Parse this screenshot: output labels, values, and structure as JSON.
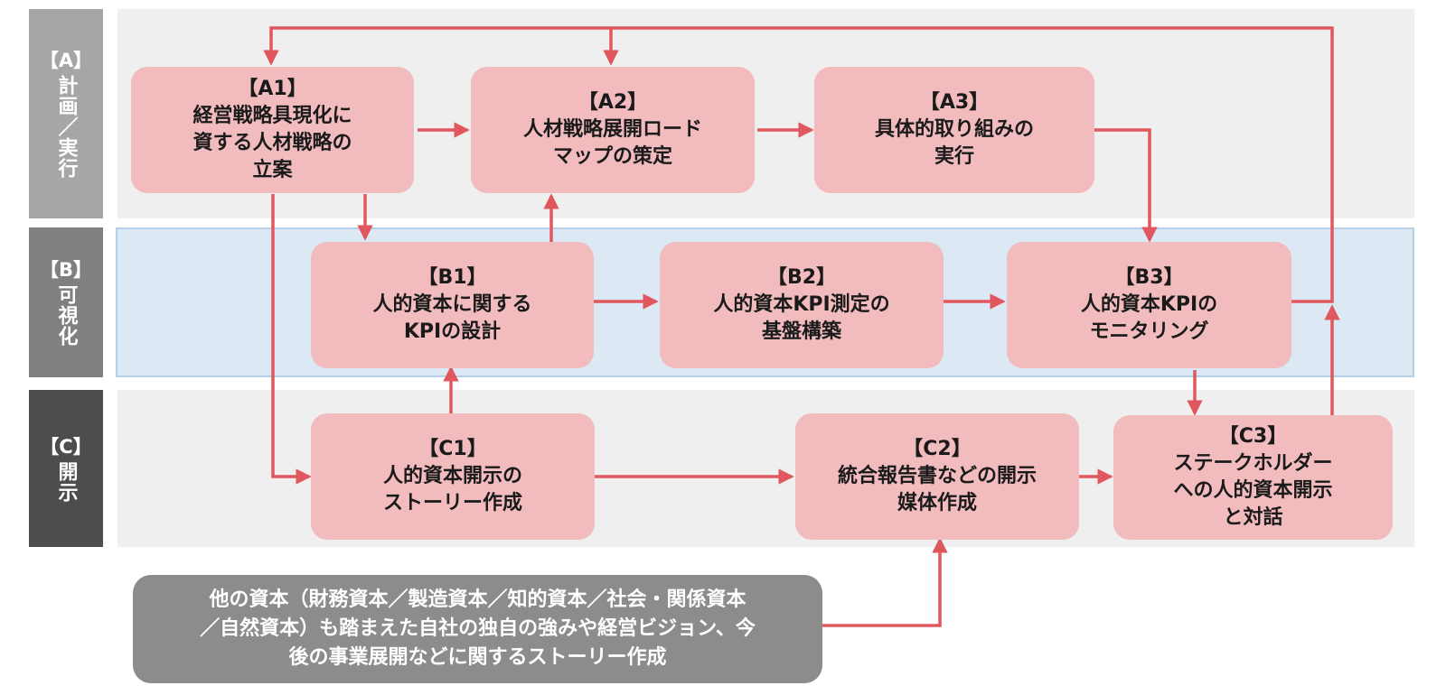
{
  "sections": {
    "a": {
      "code": "【A】",
      "name": "計画／実行"
    },
    "b": {
      "code": "【B】",
      "name": "可視化"
    },
    "c": {
      "code": "【C】",
      "name": "開示"
    }
  },
  "nodes": {
    "a1": {
      "id": "【A1】",
      "lines": [
        "経営戦略具現化に",
        "資する人材戦略の",
        "立案"
      ]
    },
    "a2": {
      "id": "【A2】",
      "lines": [
        "人材戦略展開ロード",
        "マップの策定"
      ]
    },
    "a3": {
      "id": "【A3】",
      "lines": [
        "具体的取り組みの",
        "実行"
      ]
    },
    "b1": {
      "id": "【B1】",
      "lines": [
        "人的資本に関する",
        "KPIの設計"
      ]
    },
    "b2": {
      "id": "【B2】",
      "lines": [
        "人的資本KPI測定の",
        "基盤構築"
      ]
    },
    "b3": {
      "id": "【B3】",
      "lines": [
        "人的資本KPIの",
        "モニタリング"
      ]
    },
    "c1": {
      "id": "【C1】",
      "lines": [
        "人的資本開示の",
        "ストーリー作成"
      ]
    },
    "c2": {
      "id": "【C2】",
      "lines": [
        "統合報告書などの開示",
        "媒体作成"
      ]
    },
    "c3": {
      "id": "【C3】",
      "lines": [
        "ステークホルダー",
        "への人的資本開示",
        "と対話"
      ]
    }
  },
  "note": {
    "lines": [
      "他の資本（財務資本／製造資本／知的資本／社会・関係資本",
      "／自然資本）も踏まえた自社の独自の強みや経営ビジョン、今",
      "後の事業展開などに関するストーリー作成"
    ]
  },
  "colors": {
    "arrow": "#e0585d",
    "node_fill": "#f2bcbe",
    "band_gray": "#efefef",
    "band_blue": "#dce9f5"
  }
}
